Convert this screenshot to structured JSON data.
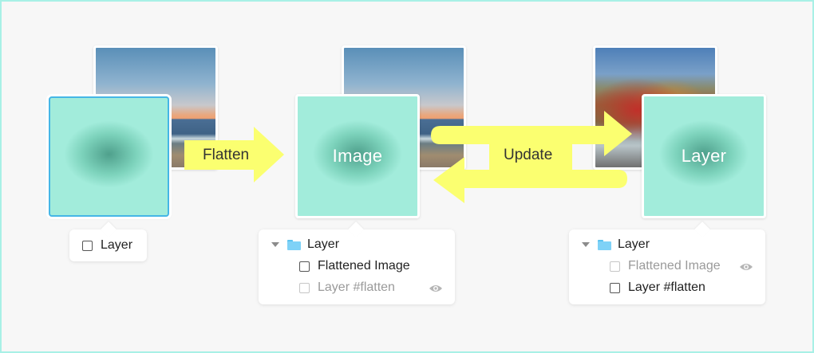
{
  "colors": {
    "frame_border": "#a8f0e6",
    "background": "#f7f7f7",
    "tile_fill": "#a2ecdb",
    "tile_center": "#4fa08c",
    "selection_border": "#45b6e6",
    "arrow_fill": "#fbff70",
    "folder": "#7fd2f7",
    "dim_text": "#9a9a9a"
  },
  "arrows": {
    "flatten": "Flatten",
    "update": "Update"
  },
  "stage1": {
    "photo": "sunset-beach-photo",
    "panel": {
      "rows": [
        {
          "label": "Layer"
        }
      ]
    }
  },
  "stage2": {
    "photo": "sunset-beach-photo",
    "tile_label": "Image",
    "panel": {
      "group_label": "Layer",
      "rows": [
        {
          "label": "Flattened Image"
        },
        {
          "label": "Layer #flatten",
          "icon": "eye-icon"
        }
      ]
    }
  },
  "stage3": {
    "photo": "autumn-lake-photo",
    "tile_label": "Layer",
    "panel": {
      "group_label": "Layer",
      "rows": [
        {
          "label": "Flattened Image",
          "icon": "eye-icon"
        },
        {
          "label": "Layer #flatten"
        }
      ]
    }
  }
}
